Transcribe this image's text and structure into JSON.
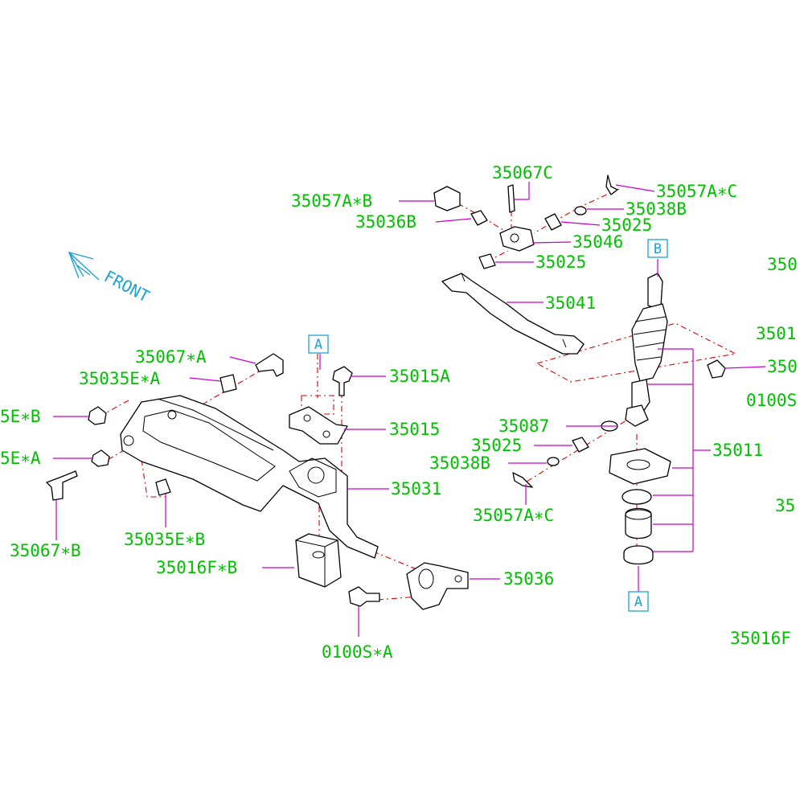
{
  "direction": {
    "label": "FRONT"
  },
  "reference_boxes": {
    "a_top": "A",
    "b_top": "B",
    "a_bottom": "A"
  },
  "labels": {
    "p35067C": "35067C",
    "p35057AB": "35057A∗B",
    "p35057AC_top": "35057A∗C",
    "p35038B_top": "35038B",
    "p35036B": "35036B",
    "p35025_top": "35025",
    "p35046": "35046",
    "p35025_mid": "35025",
    "p3501_r1": "350",
    "p35041": "35041",
    "p3501_r2": "3501",
    "p35067A": "35067∗A",
    "p35015A": "35015A",
    "p35035EA_top": "35035E∗A",
    "p350_r3": "350",
    "p0100S_r": "0100S",
    "p35035EB_left": "5E∗B",
    "p35015": "35015",
    "p35087": "35087",
    "p35025_low": "35025",
    "p35011": "35011",
    "p35035EA_left": "5E∗A",
    "p35038B_low": "35038B",
    "p35031": "35031",
    "p35057AC_low": "35057A∗C",
    "p35_r4": "35",
    "p35067B": "35067∗B",
    "p35035EB_low": "35035E∗B",
    "p35016FB": "35016F∗B",
    "p35036": "35036",
    "p0100SA": "0100S∗A",
    "p35016F_r": "35016F"
  }
}
